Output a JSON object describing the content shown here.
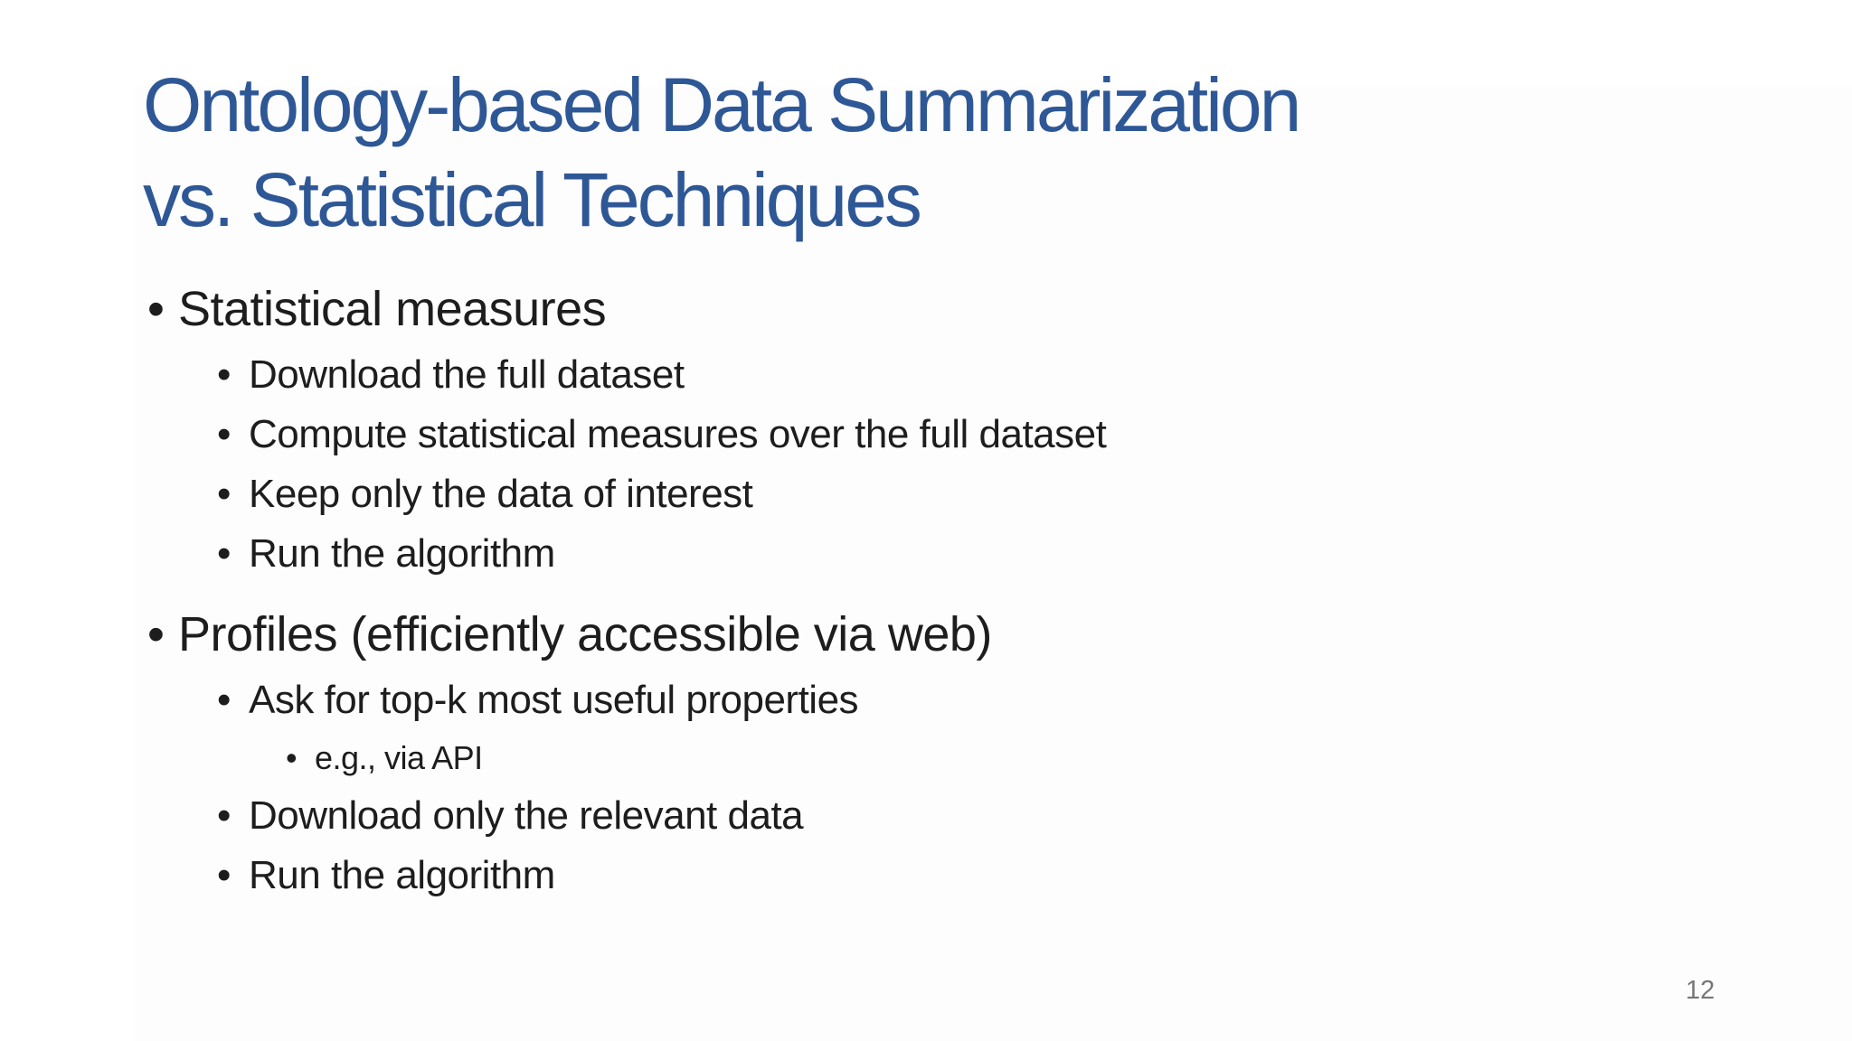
{
  "slide": {
    "title_lines": [
      "Ontology-based Data Summarization",
      "vs. Statistical Techniques"
    ],
    "title_color": "#2e5796",
    "text_color": "#1d1d1d",
    "background": "#ffffff",
    "bullet_char": "•",
    "bullets": [
      {
        "level": 1,
        "text": "Statistical measures"
      },
      {
        "level": 2,
        "text": "Download the full dataset"
      },
      {
        "level": 2,
        "text": "Compute statistical measures over the full dataset"
      },
      {
        "level": 2,
        "text": "Keep only the data of interest"
      },
      {
        "level": 2,
        "text": "Run the algorithm"
      },
      {
        "level": 1,
        "text": "Profiles (efficiently accessible via web)"
      },
      {
        "level": 2,
        "text": "Ask for top-k most useful properties"
      },
      {
        "level": 3,
        "text": "e.g., via API"
      },
      {
        "level": 2,
        "text": "Download only the relevant data"
      },
      {
        "level": 2,
        "text": "Run the algorithm"
      }
    ],
    "page_number": "12",
    "page_number_color": "#767676"
  }
}
